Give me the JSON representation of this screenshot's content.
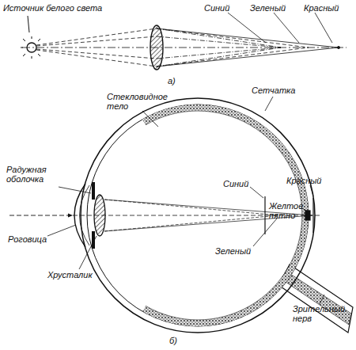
{
  "diagram": {
    "labels": [
      "Источник белого света",
      "Синий",
      "Зеленый",
      "Красный",
      "а)",
      "Стекловидное тело",
      "Сетчатка",
      "Радужная оболочка",
      "Роговица",
      "Хрусталик",
      "Синий",
      "Зеленый",
      "Красный",
      "Желтое пятно",
      "Зрительный нерв",
      "б)"
    ]
  }
}
